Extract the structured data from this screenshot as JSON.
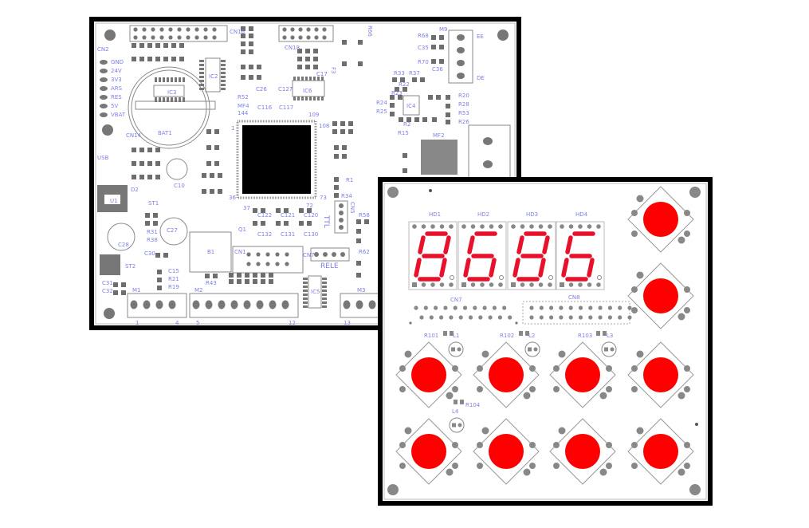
{
  "back_board": {
    "power_labels": [
      "GND",
      "24V",
      "3V3",
      "ARS",
      "RES",
      "5V",
      "VBAT"
    ],
    "connector_labels": [
      "CN2",
      "CN16",
      "CN18",
      "CN14",
      "USB",
      "CN1",
      "CN7",
      "CN5",
      "M9",
      "M1",
      "M2",
      "M3",
      "MF2",
      "MF4"
    ],
    "ic_labels": [
      "IC2",
      "IC3",
      "IC4",
      "IC5",
      "IC6",
      "BAT1",
      "ST1",
      "ST2",
      "Q1",
      "D2",
      "U1",
      "B1"
    ],
    "capacitor_labels": [
      "C10",
      "C27",
      "C28",
      "C30",
      "C31",
      "C32",
      "C35",
      "C36",
      "C26",
      "C127",
      "C120",
      "C121",
      "C122",
      "C130",
      "C131",
      "C132",
      "C17",
      "C116",
      "C117",
      "C15"
    ],
    "resistor_labels": [
      "R66",
      "R68",
      "R70",
      "R33",
      "R37",
      "R22",
      "R23",
      "R24",
      "R25",
      "R34",
      "R2",
      "R15",
      "R52",
      "R20",
      "R28",
      "R53",
      "R26",
      "R43",
      "R21",
      "R19",
      "R31",
      "R38",
      "R1",
      "R58",
      "R62"
    ],
    "pin_numbers": [
      "1",
      "36",
      "37",
      "72",
      "73",
      "108",
      "109",
      "144",
      "1",
      "4",
      "5",
      "12",
      "13"
    ],
    "misc_labels": [
      "TTL",
      "RELE",
      "F3",
      "EE",
      "DE"
    ]
  },
  "front_board": {
    "display_labels": [
      "HD1",
      "HD2",
      "HD3",
      "HD4"
    ],
    "display_digits": [
      "8",
      "6",
      "8",
      "6"
    ],
    "connector_labels": [
      "CN7",
      "CN8"
    ],
    "led_labels": [
      {
        "resistor": "R101",
        "led": "L1"
      },
      {
        "resistor": "R102",
        "led": "L2"
      },
      {
        "resistor": "R103",
        "led": "L3"
      },
      {
        "resistor": "R104",
        "led": "L4"
      }
    ],
    "button_count": 10
  },
  "colors": {
    "board_border": "#000000",
    "silkscreen_text": "#7f7fe8",
    "pad": "#6e6e6e",
    "segment_on": "#e8102a",
    "button": "#ff0000"
  }
}
